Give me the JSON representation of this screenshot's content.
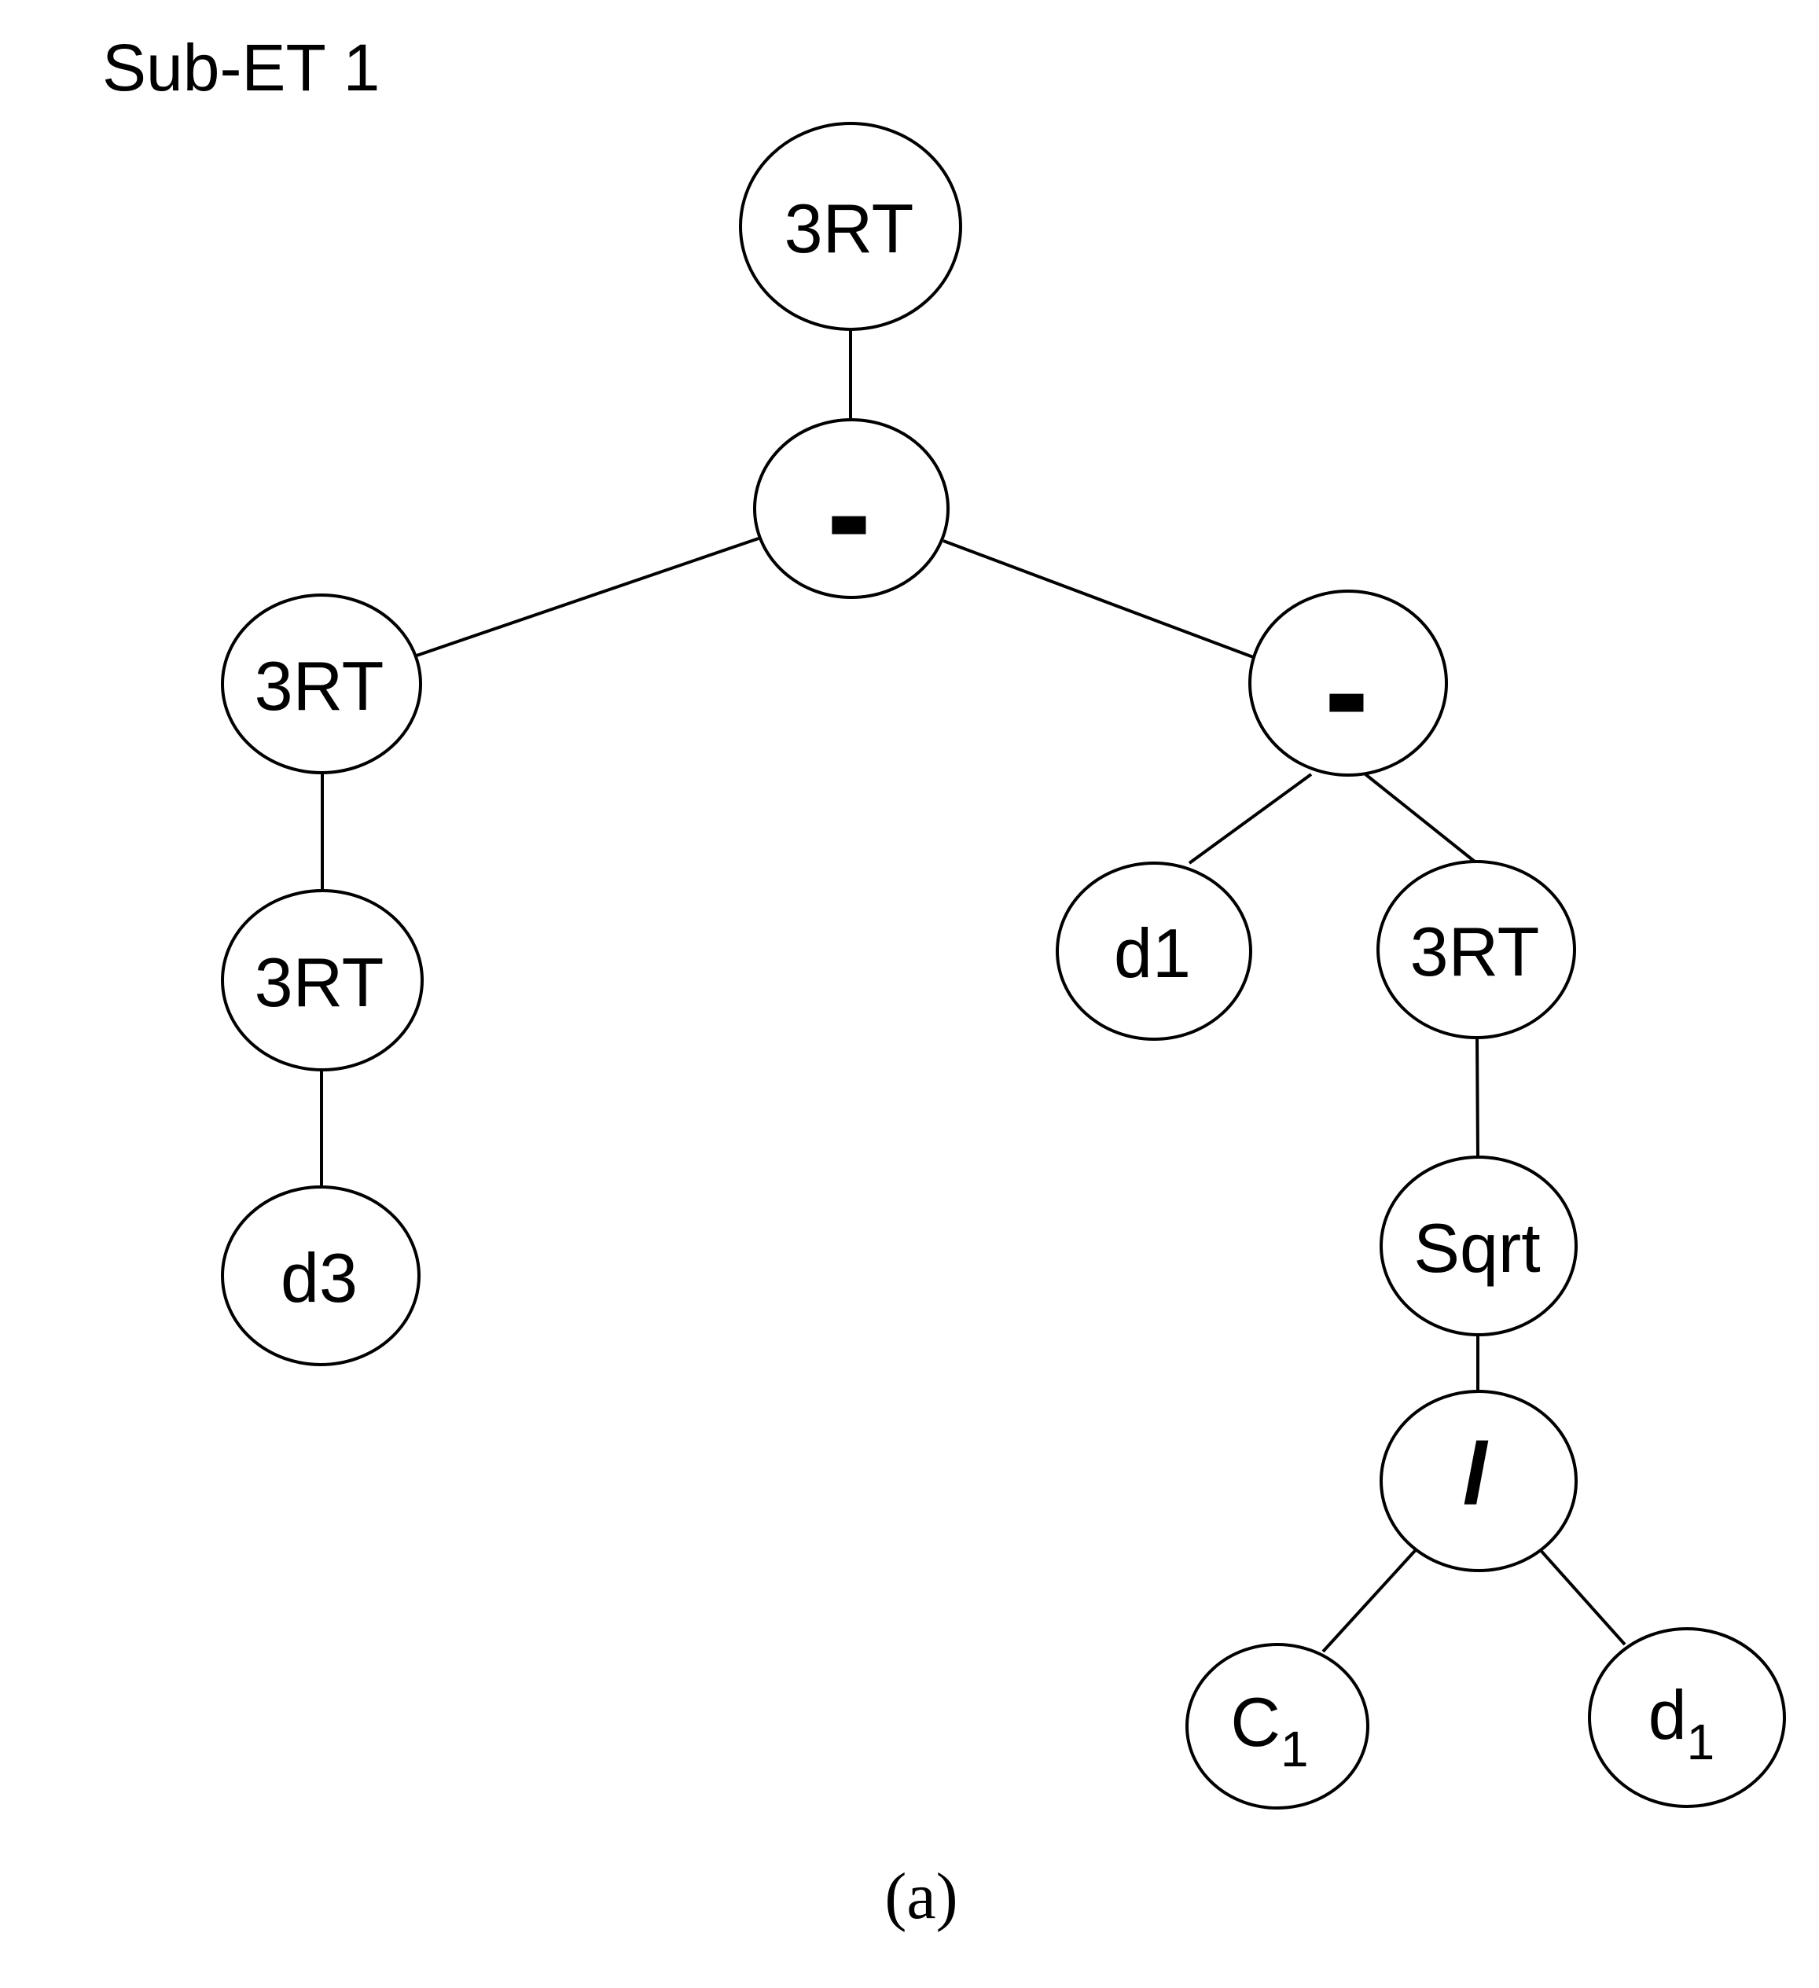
{
  "figure": {
    "title": "Sub-ET 1",
    "caption": "(a)"
  },
  "colors": {
    "background": "#ffffff",
    "line": "#000000",
    "node_fill": "#ffffff",
    "node_stroke": "#000000",
    "text": "#000000"
  },
  "tree": {
    "nodes": [
      {
        "id": "n0",
        "label": "3RT",
        "sub": ""
      },
      {
        "id": "n1",
        "label": "-",
        "sub": ""
      },
      {
        "id": "n2",
        "label": "3RT",
        "sub": ""
      },
      {
        "id": "n3",
        "label": "-",
        "sub": ""
      },
      {
        "id": "n4",
        "label": "3RT",
        "sub": ""
      },
      {
        "id": "n5",
        "label": "d3",
        "sub": ""
      },
      {
        "id": "n6",
        "label": "d1",
        "sub": ""
      },
      {
        "id": "n7",
        "label": "3RT",
        "sub": ""
      },
      {
        "id": "n8",
        "label": "Sqrt",
        "sub": ""
      },
      {
        "id": "n9",
        "label": "/",
        "sub": ""
      },
      {
        "id": "n10",
        "label": "C",
        "sub": "1"
      },
      {
        "id": "n11",
        "label": "d",
        "sub": "1"
      }
    ],
    "edges": [
      {
        "from": "n0",
        "to": "n1"
      },
      {
        "from": "n1",
        "to": "n2"
      },
      {
        "from": "n1",
        "to": "n3"
      },
      {
        "from": "n2",
        "to": "n4"
      },
      {
        "from": "n4",
        "to": "n5"
      },
      {
        "from": "n3",
        "to": "n6"
      },
      {
        "from": "n3",
        "to": "n7"
      },
      {
        "from": "n7",
        "to": "n8"
      },
      {
        "from": "n8",
        "to": "n9"
      },
      {
        "from": "n9",
        "to": "n10"
      },
      {
        "from": "n9",
        "to": "n11"
      }
    ]
  }
}
